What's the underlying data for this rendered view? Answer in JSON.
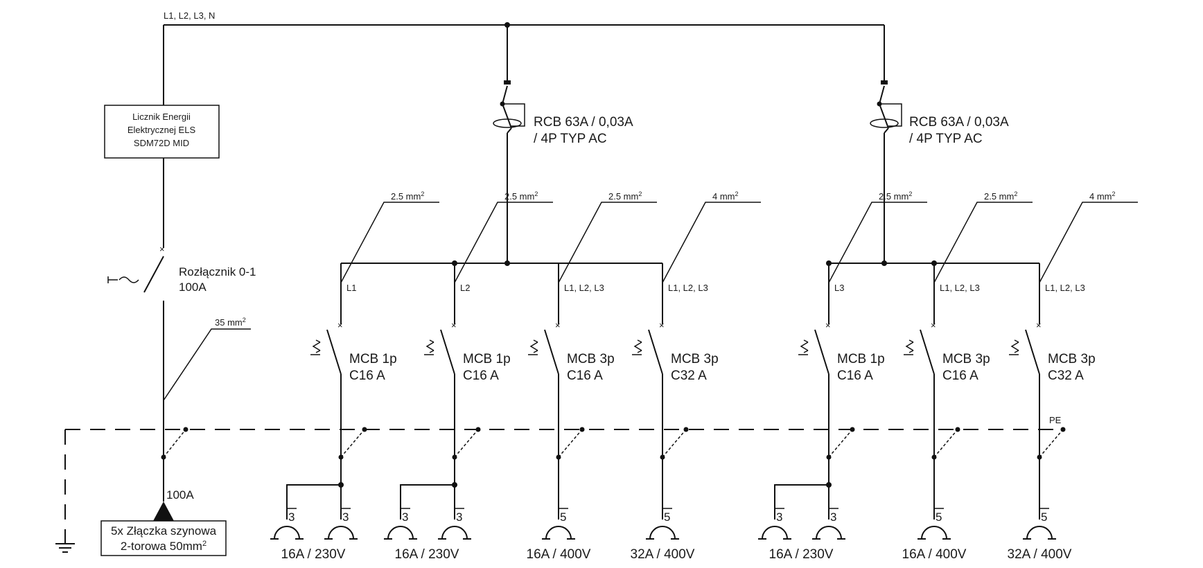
{
  "supply_label": "L1, L2, L3, N",
  "meter": {
    "lines": [
      "Licznik Energii",
      "Elektrycznej ELS",
      "SDM72D MID"
    ]
  },
  "disconnector": {
    "lines": [
      "Rozłącznik 0-1",
      "100A"
    ]
  },
  "main_cable": "35 mm",
  "main_rating": "100A",
  "busbar": {
    "line1": "5x Złączka szynowa",
    "line2": "2-torowa 50mm"
  },
  "pe_label": "PE",
  "squared": "2",
  "rcds": [
    {
      "line1": "RCB 63A / 0,03A",
      "line2": "/ 4P TYP AC"
    },
    {
      "line1": "RCB 63A / 0,03A",
      "line2": "/ 4P TYP AC"
    }
  ],
  "circuits": [
    {
      "cable": "2.5 mm",
      "phase": "L1",
      "breaker": "MCB 1p",
      "rating": "C16 A",
      "conductors": "3",
      "outlet": "16A / 230V",
      "double": true
    },
    {
      "cable": "2.5 mm",
      "phase": "L2",
      "breaker": "MCB 1p",
      "rating": "C16 A",
      "conductors": "3",
      "outlet": "16A / 230V",
      "double": true
    },
    {
      "cable": "2.5 mm",
      "phase": "L1, L2, L3",
      "breaker": "MCB 3p",
      "rating": "C16 A",
      "conductors": "5",
      "outlet": "16A / 400V",
      "double": false
    },
    {
      "cable": "4 mm",
      "phase": "L1, L2, L3",
      "breaker": "MCB 3p",
      "rating": "C32 A",
      "conductors": "5",
      "outlet": "32A / 400V",
      "double": false
    },
    {
      "cable": "2.5 mm",
      "phase": "L3",
      "breaker": "MCB 1p",
      "rating": "C16 A",
      "conductors": "3",
      "outlet": "16A / 230V",
      "double": true
    },
    {
      "cable": "2.5 mm",
      "phase": "L1, L2, L3",
      "breaker": "MCB 3p",
      "rating": "C16 A",
      "conductors": "5",
      "outlet": "16A / 400V",
      "double": false
    },
    {
      "cable": "4 mm",
      "phase": "L1, L2, L3",
      "breaker": "MCB 3p",
      "rating": "C32 A",
      "conductors": "5",
      "outlet": "32A / 400V",
      "double": false
    }
  ]
}
